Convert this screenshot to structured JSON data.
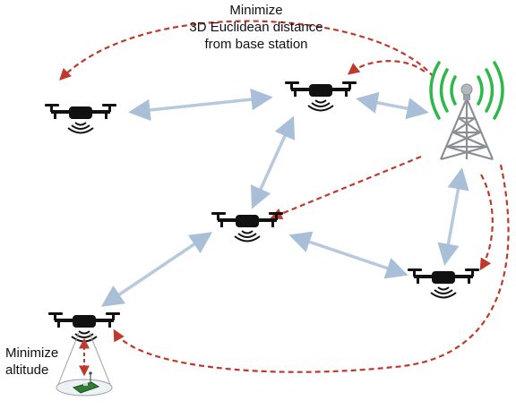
{
  "labels": {
    "top": [
      "Minimize",
      "3D Euclidean distance",
      "from base station"
    ],
    "left": [
      "Minimize",
      "altitude"
    ]
  },
  "colors": {
    "solid_link": "#b7c9dd",
    "dashed_link": "#c0392b",
    "drone": "#111111",
    "tower": "#8a8f96",
    "signal": "#2db84a",
    "sensor_board": "#2e7d32"
  },
  "icons": [
    "drone-icon",
    "cell-tower-icon",
    "ground-sensor-icon"
  ]
}
